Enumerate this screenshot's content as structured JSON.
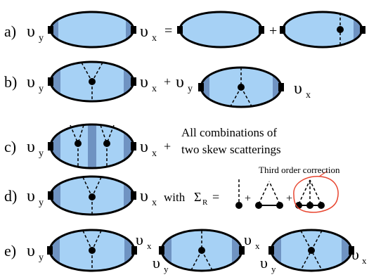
{
  "rows": {
    "a": {
      "label": "a)",
      "v_in": "υ",
      "v_in_sub": "y",
      "v_out": "υ",
      "v_out_sub": "x",
      "equals": "=",
      "plus": "+"
    },
    "b": {
      "label": "b)",
      "v_in": "υ",
      "v_in_sub": "y",
      "v_out": "υ",
      "v_out_sub": "x",
      "plus": "+",
      "v2_in": "υ",
      "v2_in_sub": "y",
      "v2_out": "υ",
      "v2_out_sub": "x"
    },
    "c": {
      "label": "c)",
      "v_in": "υ",
      "v_in_sub": "y",
      "v_out": "υ",
      "v_out_sub": "x",
      "plus": "+",
      "text_line1": "All combinations of",
      "text_line2": "two skew scatterings"
    },
    "d": {
      "label": "d)",
      "v_in": "υ",
      "v_in_sub": "y",
      "v_out": "υ",
      "v_out_sub": "x",
      "with": "with",
      "sigma": "Σ",
      "sigma_sub": "R",
      "equals": "=",
      "plus1": "+",
      "plus2": "+",
      "annotation": "Third order correction"
    },
    "e": {
      "label": "e)",
      "v_in": "υ",
      "v_in_sub": "y",
      "v1": "υ",
      "v1_sub": "x",
      "v2": "υ",
      "v2_sub": "y",
      "v3": "υ",
      "v3_sub": "x",
      "v4": "υ",
      "v4_sub": "y",
      "v5": "υ",
      "v5_sub": "x"
    }
  },
  "colors": {
    "bubble_fill": "#a6d1f5",
    "bubble_shade": "#6f93c2",
    "outline": "#000000",
    "annotation_circle": "#e8452f"
  }
}
